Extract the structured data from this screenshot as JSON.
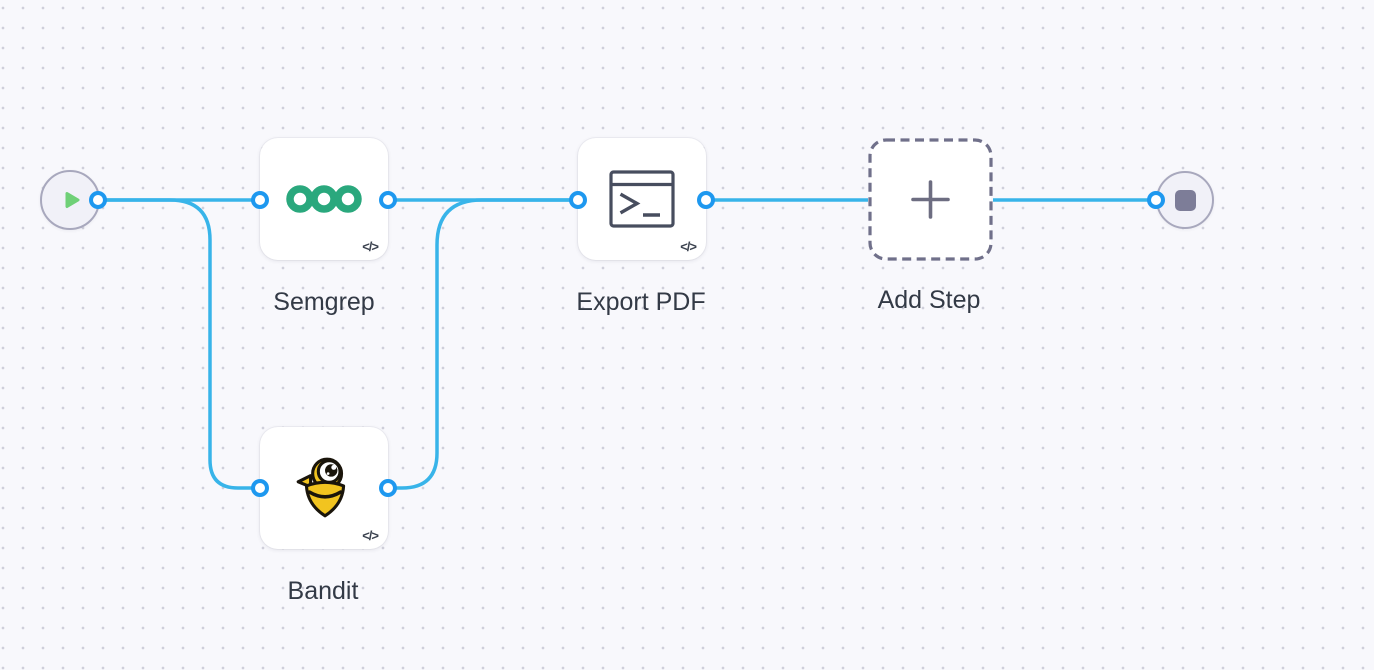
{
  "workflow": {
    "nodes": {
      "start": {
        "id": "start",
        "type": "trigger",
        "icon": "play-icon"
      },
      "semgrep": {
        "id": "semgrep",
        "label": "Semgrep",
        "icon": "semgrep-logo-icon",
        "code_badge": "</>"
      },
      "bandit": {
        "id": "bandit",
        "label": "Bandit",
        "icon": "bandit-logo-icon",
        "code_badge": "</>"
      },
      "export_pdf": {
        "id": "export_pdf",
        "label": "Export PDF",
        "icon": "terminal-icon",
        "code_badge": "</>"
      },
      "add_step": {
        "id": "add_step",
        "label": "Add Step",
        "icon": "plus-icon",
        "variant": "dashed-placeholder"
      },
      "end": {
        "id": "end",
        "type": "terminator",
        "icon": "stop-icon"
      }
    },
    "edges": [
      {
        "from": "start",
        "to": "semgrep"
      },
      {
        "from": "start",
        "to": "bandit"
      },
      {
        "from": "semgrep",
        "to": "export_pdf"
      },
      {
        "from": "bandit",
        "to": "export_pdf"
      },
      {
        "from": "export_pdf",
        "to": "add_step"
      },
      {
        "from": "add_step",
        "to": "end"
      }
    ]
  },
  "colors": {
    "canvas_background": "#f8f8fc",
    "grid_dot": "#cfcfda",
    "edge_blue": "#38b4e9",
    "handle_blue": "#1e98ef",
    "semgrep_green": "#2aa87d",
    "bandit_yellow": "#f2c41f",
    "play_green": "#6fd077",
    "stop_gray": "#7d7d98",
    "label_text": "#333a46",
    "dashed_border": "#70708a"
  }
}
